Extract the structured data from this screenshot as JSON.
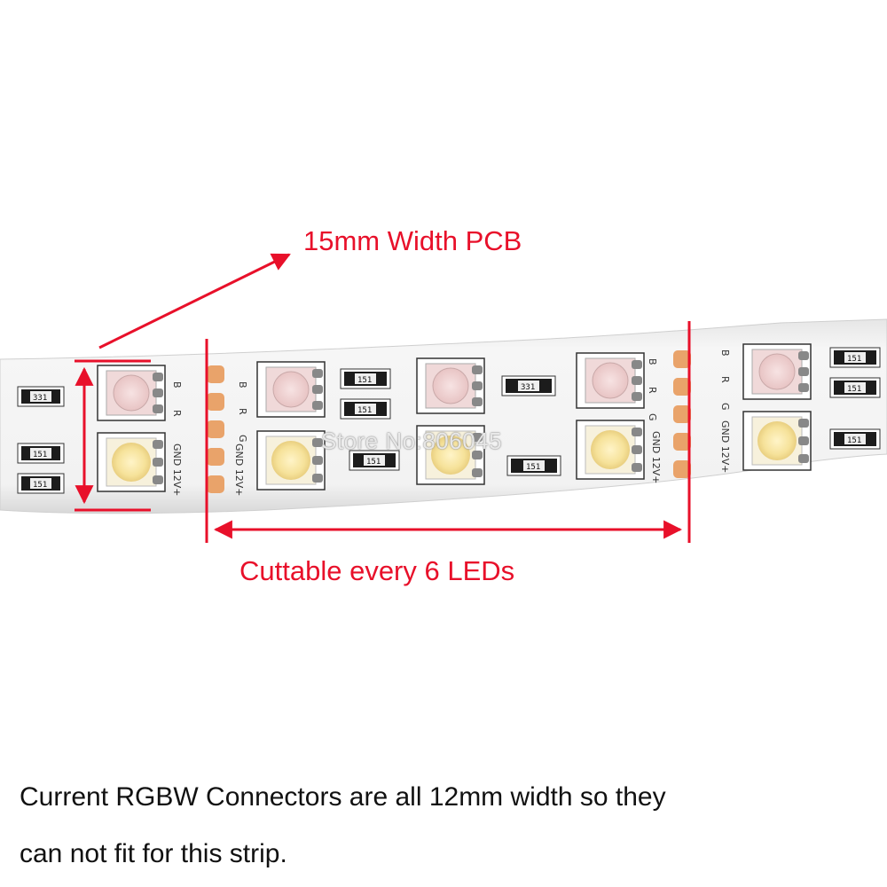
{
  "annotations": {
    "width_label": "15mm Width PCB",
    "cut_label": "Cuttable every 6 LEDs",
    "watermark": "Store No:806045"
  },
  "note": {
    "line1": "Current RGBW Connectors are all 12mm width so they",
    "line2": "can not fit for this strip."
  },
  "strip": {
    "pad_labels": [
      "B",
      "R",
      "G",
      "GND",
      "12V+"
    ],
    "resistor_codes": [
      "151",
      "331"
    ],
    "led_columns": 5,
    "leds_per_segment": 6
  },
  "colors": {
    "accent_red": "#e8102a",
    "pcb_white": "#f4f4f4",
    "solder_pad": "#e9a36a",
    "white_led": "#f6e8a6",
    "rgb_led": "#f3d6d6"
  }
}
